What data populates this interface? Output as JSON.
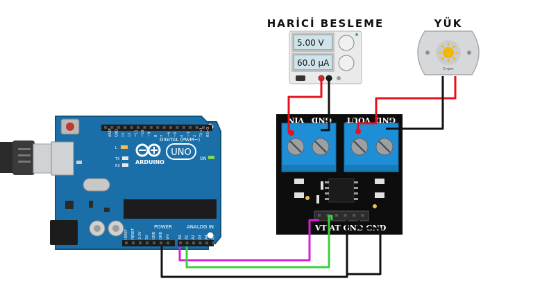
{
  "titles": {
    "external_supply": "HARİCİ BESLEME",
    "load": "YÜK"
  },
  "power_supply": {
    "voltage": "5.00 V",
    "current": "60.0 µA"
  },
  "motor": {
    "speed": "0 rpm"
  },
  "arduino": {
    "brand": "ARDUINO",
    "model": "UNO",
    "digital_header": "DIGITAL (PWM~)",
    "power_header": "POWER",
    "analog_header": "ANALOG IN",
    "on_label": "ON",
    "tx_label": "TX",
    "rx_label": "RX",
    "l_label": "L",
    "digital_pins": [
      "AREF",
      "GND",
      "13",
      "12",
      "~11",
      "~10",
      "~9",
      "8",
      "7",
      "~6",
      "~5",
      "4",
      "~3",
      "2",
      "TX→1",
      "RX←0"
    ],
    "power_pins": [
      "IOREF",
      "RESET",
      "3.3V",
      "5V",
      "GND",
      "GND",
      "Vin"
    ],
    "analog_pins": [
      "A0",
      "A1",
      "A2",
      "A3",
      "A4",
      "A5"
    ]
  },
  "sensor_module": {
    "vin_label": "VIN",
    "gnd_label_left": "GND",
    "vout_label": "VOUT",
    "gnd_label_right": "GND",
    "bottom_pins": "VT AT GND GND"
  },
  "wire_colors": {
    "power": "#e8101a",
    "ground": "#111111",
    "vt_signal": "#d61fd6",
    "at_signal": "#3ad13a"
  }
}
